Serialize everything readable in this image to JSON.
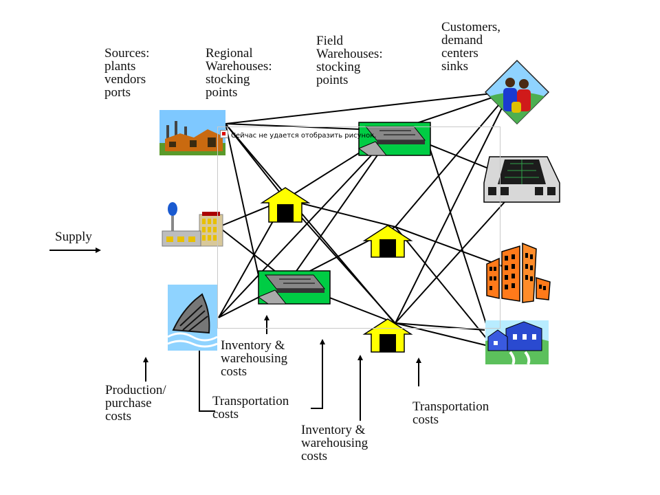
{
  "labels": {
    "sources": [
      "Sources:",
      "plants",
      "vendors",
      "ports"
    ],
    "regional": [
      "Regional",
      "Warehouses:",
      "stocking",
      "points"
    ],
    "field": [
      "Field",
      "Warehouses:",
      "stocking",
      "points"
    ],
    "customers": [
      "Customers,",
      "demand",
      "centers",
      "sinks"
    ],
    "supply": "Supply",
    "production": [
      "Production/",
      "purchase",
      "costs"
    ],
    "transport_left": [
      "Transportation",
      "costs"
    ],
    "inventory_top": [
      "Inventory &",
      "warehousing",
      "costs"
    ],
    "inventory_bottom": [
      "Inventory &",
      "warehousing",
      "costs"
    ],
    "transport_right": [
      "Transportation",
      "costs"
    ]
  },
  "broken_image_text": "Сейчас не удается отобразить рисунок.",
  "icons": {
    "sources": [
      "factory-icon",
      "plant-water-tower-icon",
      "ship-icon"
    ],
    "regional": [
      "warehouse-arrow-icon",
      "warehouse-building-icon"
    ],
    "field": [
      "warehouse-building-icon",
      "warehouse-arrow-icon",
      "warehouse-arrow-icon"
    ],
    "customers": [
      "family-icon",
      "mall-icon",
      "city-icon",
      "town-icon"
    ]
  },
  "colors": {
    "arrow_house": "#ffff00",
    "green_tile": "#00cc44",
    "sky": "#7ec8ff",
    "line": "#000000"
  }
}
